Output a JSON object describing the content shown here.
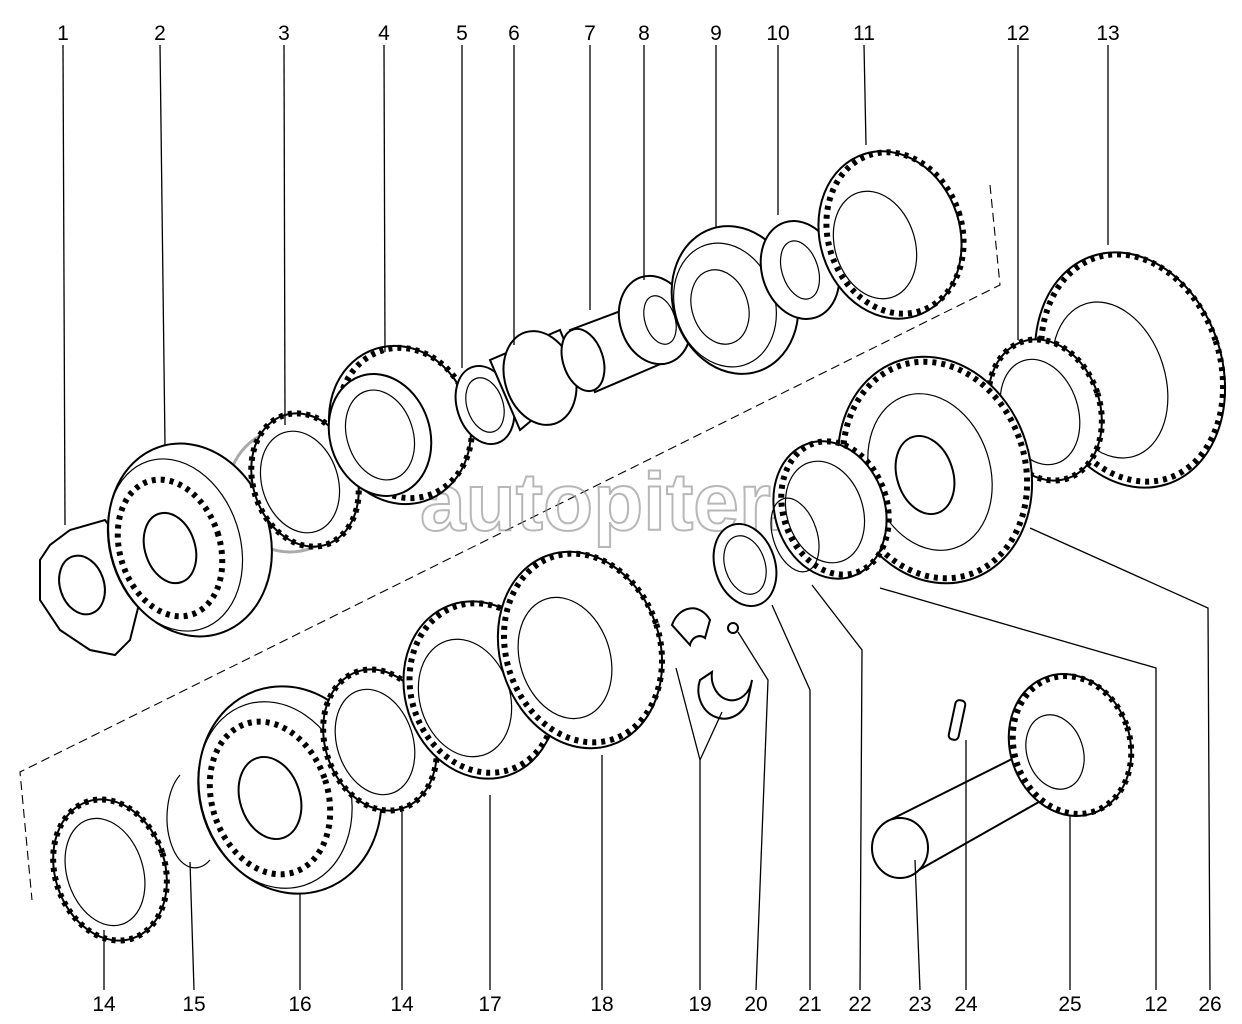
{
  "diagram": {
    "watermark": "autopiter.ru",
    "callouts_top": [
      "1",
      "2",
      "3",
      "4",
      "5",
      "6",
      "7",
      "8",
      "9",
      "10",
      "11",
      "12",
      "13"
    ],
    "callouts_bottom": [
      "14",
      "15",
      "16",
      "14",
      "17",
      "18",
      "19",
      "20",
      "21",
      "22",
      "23",
      "24",
      "25",
      "12",
      "26"
    ]
  }
}
